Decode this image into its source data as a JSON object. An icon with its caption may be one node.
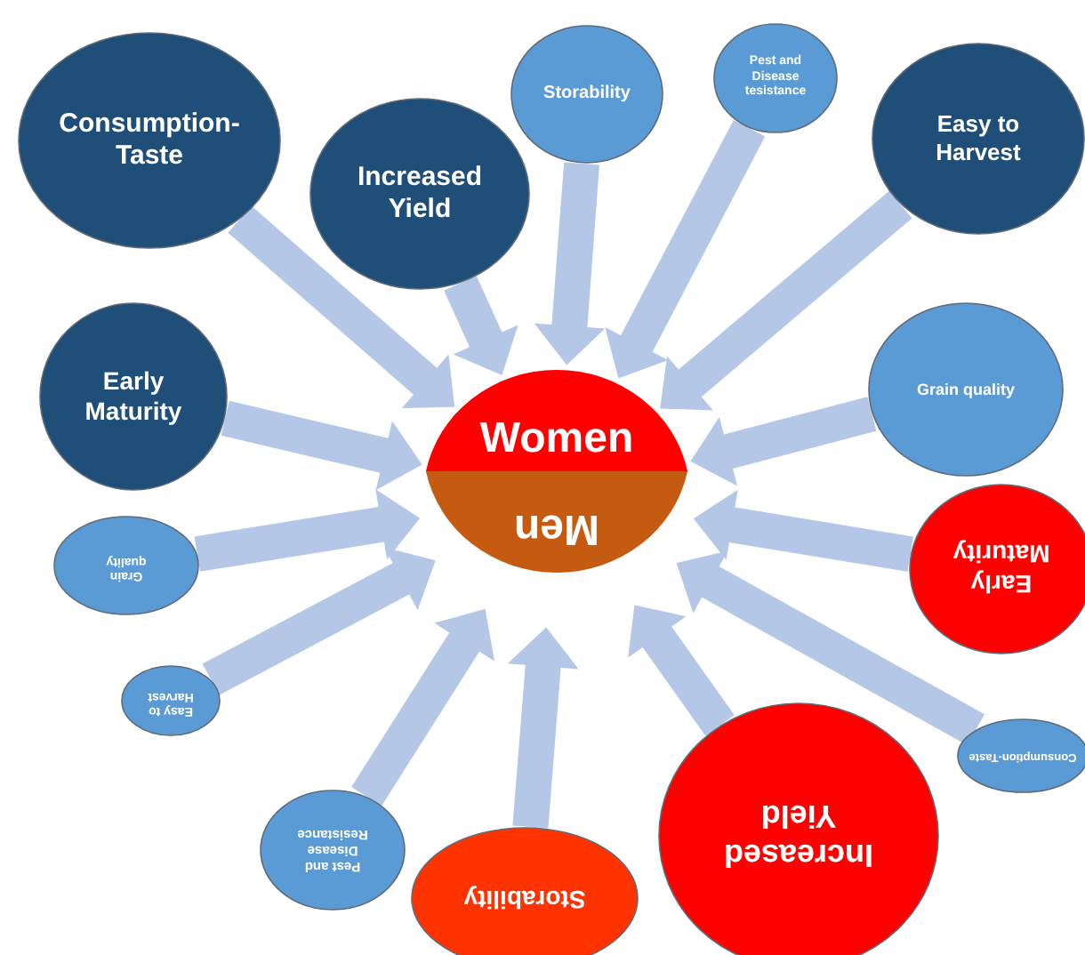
{
  "diagram": {
    "nodes": [
      {
        "text": [
          "Women"
        ]
      },
      {
        "text": [
          "Men"
        ]
      },
      {
        "text": [
          "Consumption-Taste"
        ]
      },
      {
        "text": [
          "Increased Yield"
        ]
      },
      {
        "text": [
          "Storability"
        ]
      },
      {
        "text": [
          "Pest and Disease tesistance"
        ]
      },
      {
        "text": [
          "Easy to Harvest"
        ]
      },
      {
        "text": [
          "Early Maturity"
        ]
      },
      {
        "text": [
          "Grain quality"
        ]
      },
      {
        "text": [
          "Grain quality"
        ]
      },
      {
        "text": [
          "Early Maturity"
        ]
      },
      {
        "text": [
          "Easy to Harvest"
        ]
      },
      {
        "text": [
          "Consumption-Taste"
        ]
      },
      {
        "text": [
          "Pest and Disease Resistance"
        ]
      },
      {
        "text": [
          "Storability"
        ]
      },
      {
        "text": [
          "Increased Yield"
        ]
      }
    ],
    "edges": [
      {
        "from": 2,
        "to": 0,
        "arrow": "to"
      },
      {
        "from": 3,
        "to": 0,
        "arrow": "to"
      },
      {
        "from": 4,
        "to": 0,
        "arrow": "to"
      },
      {
        "from": 5,
        "to": 0,
        "arrow": "to"
      },
      {
        "from": 6,
        "to": 0,
        "arrow": "to"
      },
      {
        "from": 7,
        "to": 0,
        "arrow": "to"
      },
      {
        "from": 8,
        "to": 0,
        "arrow": "to"
      },
      {
        "from": 9,
        "to": 1,
        "arrow": "to"
      },
      {
        "from": 10,
        "to": 1,
        "arrow": "to"
      },
      {
        "from": 11,
        "to": 1,
        "arrow": "to"
      },
      {
        "from": 12,
        "to": 1,
        "arrow": "to"
      },
      {
        "from": 13,
        "to": 1,
        "arrow": "to"
      },
      {
        "from": 14,
        "to": 1,
        "arrow": "to"
      },
      {
        "from": 15,
        "to": 1,
        "arrow": "to"
      }
    ]
  }
}
